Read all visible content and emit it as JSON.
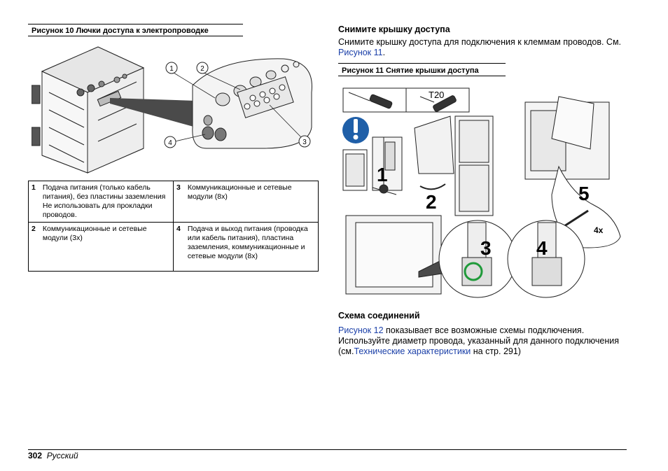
{
  "figure10": {
    "caption": "Рисунок 10  Лючки доступа к электропроводке",
    "callouts": [
      "1",
      "2",
      "3",
      "4"
    ],
    "legend": [
      {
        "num": "1",
        "text": "Подача питания (только кабель питания), без пластины заземления Не использовать для прокладки проводов."
      },
      {
        "num": "3",
        "text": "Коммуникационные и сетевые модули (8x)"
      },
      {
        "num": "2",
        "text": "Коммуникационные и сетевые модули (3x)"
      },
      {
        "num": "4",
        "text": "Подача и выход питания (проводка или кабель питания), пластина заземления, коммуникационные и сетевые модули (8x)"
      }
    ]
  },
  "section1": {
    "heading": "Снимите крышку доступа",
    "text_before": "Снимите крышку доступа для подключения к клеммам проводов. См. ",
    "link": "Рисунок 11",
    "text_after": "."
  },
  "figure11": {
    "caption": "Рисунок 11  Снятие крышки доступа",
    "tool_label": "T20",
    "steps": [
      "1",
      "2",
      "3",
      "4",
      "5"
    ],
    "quantity": "4x",
    "warning_icon": "exclamation-icon"
  },
  "section2": {
    "heading": "Схема соединений",
    "link1": "Рисунок 12",
    "text1": " показывает все возможные схемы подключения. Используйте диаметр провода, указанный для данного подключения (см.",
    "link2": "Технические характеристики",
    "text2": " на стр. 291)"
  },
  "footer": {
    "page_number": "302",
    "language": "Русский"
  },
  "colors": {
    "link": "#1a3fa8",
    "warning_blue": "#1f5fa8",
    "highlight_green": "#1f9a3a",
    "zoom_grey": "#4a4a4a"
  }
}
